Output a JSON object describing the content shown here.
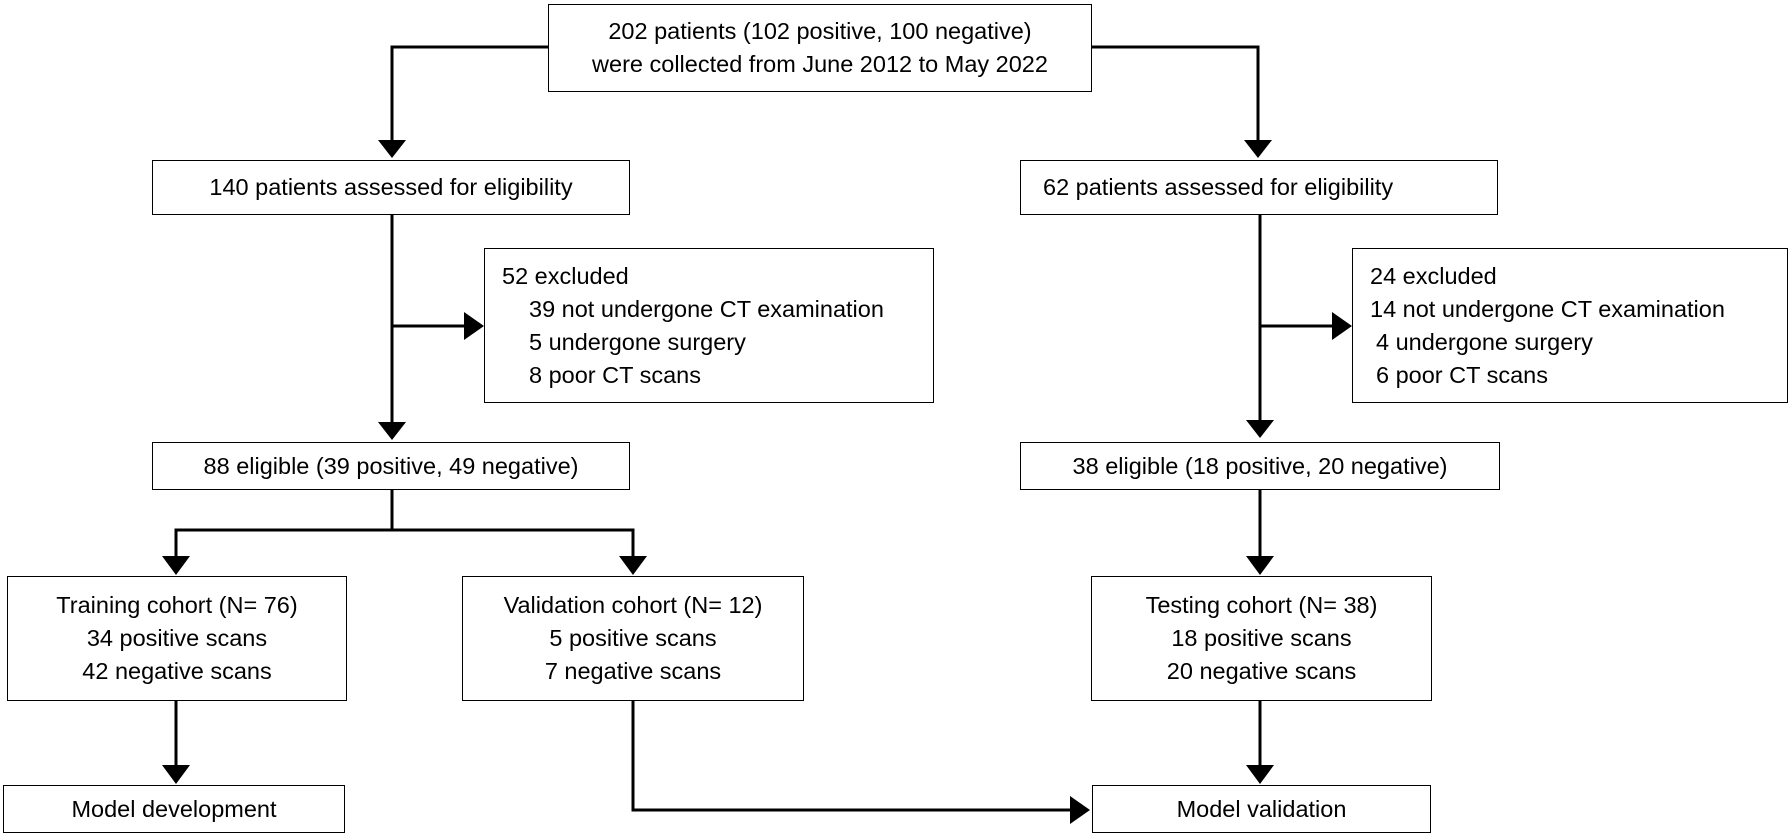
{
  "top": {
    "line1": "202 patients (102 positive, 100 negative)",
    "line2": "were collected from June 2012 to May 2022"
  },
  "left_branch": {
    "assessed": "140 patients assessed for eligibility",
    "excluded": {
      "title": "52 excluded",
      "items": [
        "39 not undergone CT examination",
        "5 undergone surgery",
        "8 poor CT scans"
      ]
    },
    "eligible": "88 eligible (39 positive, 49 negative)",
    "training": {
      "title": "Training cohort (N= 76)",
      "positive": "34 positive scans",
      "negative": "42 negative scans"
    },
    "validation": {
      "title": "Validation cohort (N= 12)",
      "positive": "5 positive scans",
      "negative": "7 negative scans"
    },
    "outcome": "Model development"
  },
  "right_branch": {
    "assessed": "62 patients assessed for eligibility",
    "excluded": {
      "title": "24 excluded",
      "items": [
        "14 not undergone CT examination",
        "4 undergone surgery",
        "6 poor CT scans"
      ]
    },
    "eligible": "38 eligible (18 positive, 20 negative)",
    "testing": {
      "title": "Testing cohort (N= 38)",
      "positive": "18 positive scans",
      "negative": "20 negative scans"
    },
    "outcome": "Model validation"
  }
}
